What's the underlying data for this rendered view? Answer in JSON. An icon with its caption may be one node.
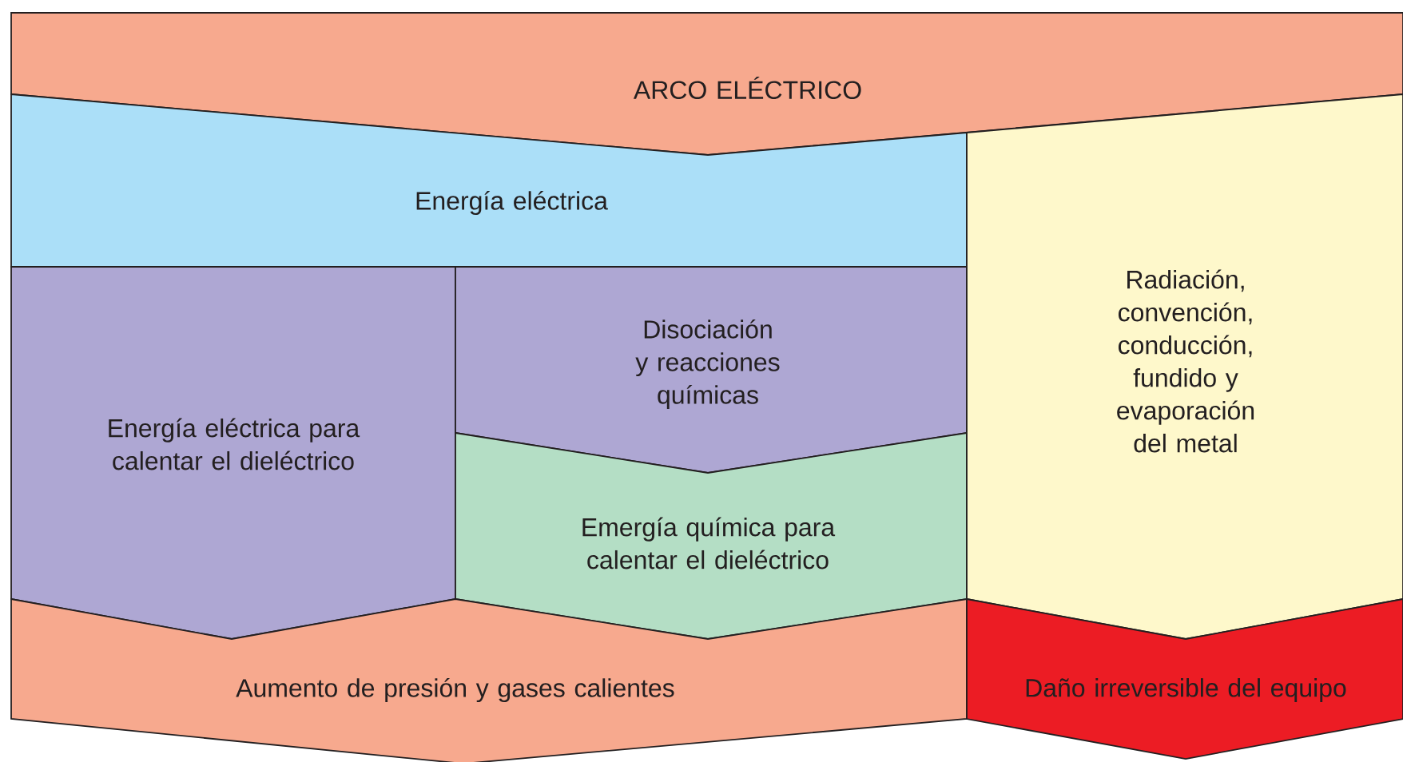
{
  "diagram": {
    "nodes": [
      {
        "text": [
          "ARCO ELÉCTRICO"
        ]
      },
      {
        "text": [
          "Energía eléctrica"
        ]
      },
      {
        "text": [
          "Energía eléctrica para calentar el dieléctrico"
        ]
      },
      {
        "text": [
          "Disociación y reacciones químicas"
        ]
      },
      {
        "text": [
          "Emergía química para calentar el dieléctrico"
        ]
      },
      {
        "text": [
          "Radiación, convención, conducción, fundido y evaporación del metal"
        ]
      },
      {
        "text": [
          "Aumento de presión y gases calientes"
        ]
      },
      {
        "text": [
          "Daño irreversible del equipo"
        ]
      }
    ]
  }
}
